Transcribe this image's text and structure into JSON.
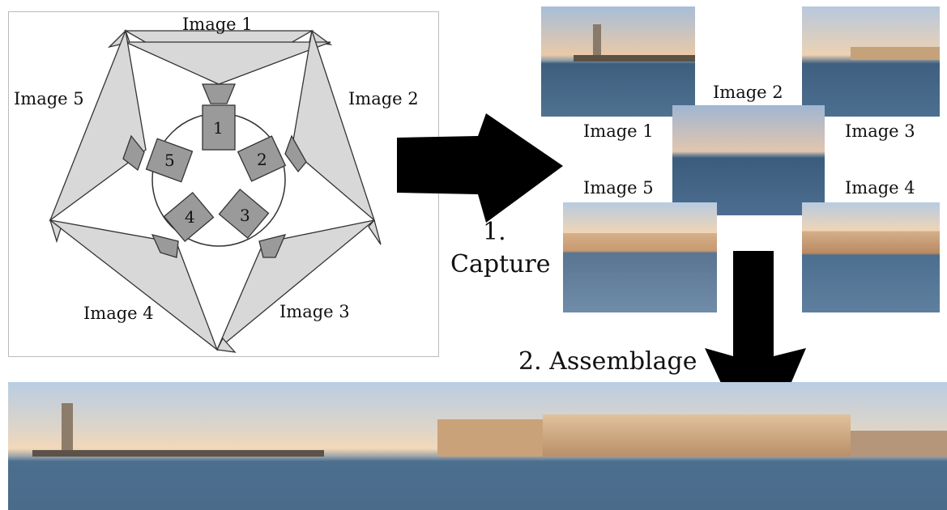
{
  "rig": {
    "labels": [
      "Image 1",
      "Image 2",
      "Image 3",
      "Image 4",
      "Image 5"
    ],
    "camera_numbers": [
      "1",
      "2",
      "3",
      "4",
      "5"
    ]
  },
  "photo_labels": {
    "image1": "Image 1",
    "image2": "Image 2",
    "image3": "Image 3",
    "image4": "Image 4",
    "image5": "Image 5"
  },
  "steps": {
    "capture_number": "1.",
    "capture_text": "Capture",
    "assemblage": "2. Assemblage"
  },
  "colors": {
    "sky_top": "#b9cde2",
    "sky_bottom": "#f3d8b8",
    "water": "#4d6f8f",
    "buildings": "#d4b08a",
    "rig_fill": "#d8d8d8",
    "camera_fill": "#9a9a9a",
    "arrow": "#000000"
  }
}
